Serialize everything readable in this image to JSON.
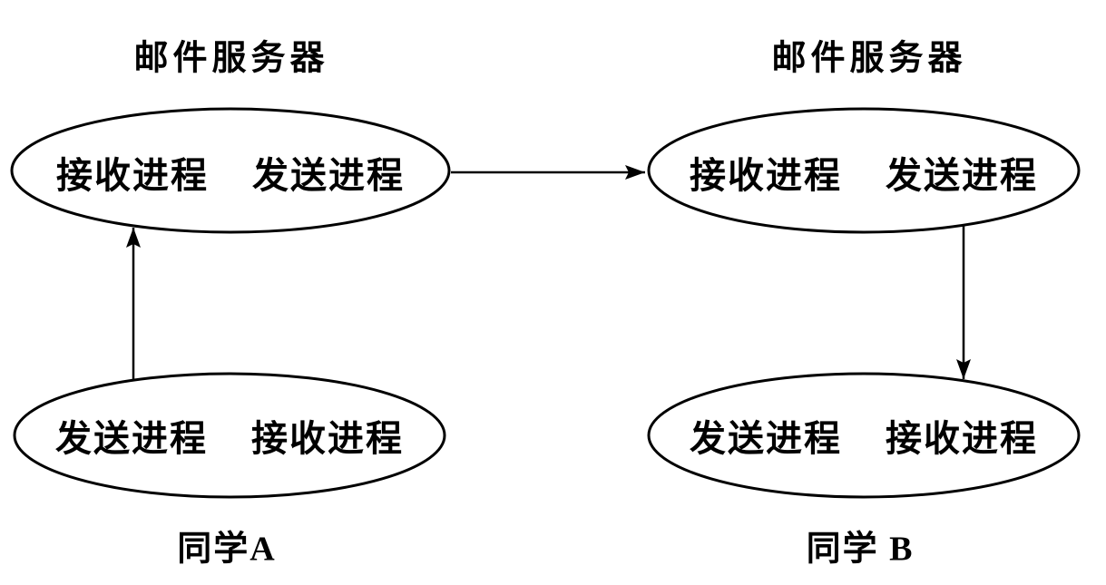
{
  "colors": {
    "background": "#ffffff",
    "stroke": "#000000",
    "text": "#000000"
  },
  "servers": {
    "left": {
      "title": "邮件服务器",
      "processes": [
        "接收进程",
        "发送进程"
      ]
    },
    "right": {
      "title": "邮件服务器",
      "processes": [
        "接收进程",
        "发送进程"
      ]
    }
  },
  "clients": {
    "left": {
      "label": "同学A",
      "processes": [
        "发送进程",
        "接收进程"
      ]
    },
    "right": {
      "label": "同学 B",
      "processes": [
        "发送进程",
        "接收进程"
      ]
    }
  },
  "arrows": [
    "client-a-to-server-a",
    "server-a-to-server-b",
    "server-b-to-client-b"
  ]
}
